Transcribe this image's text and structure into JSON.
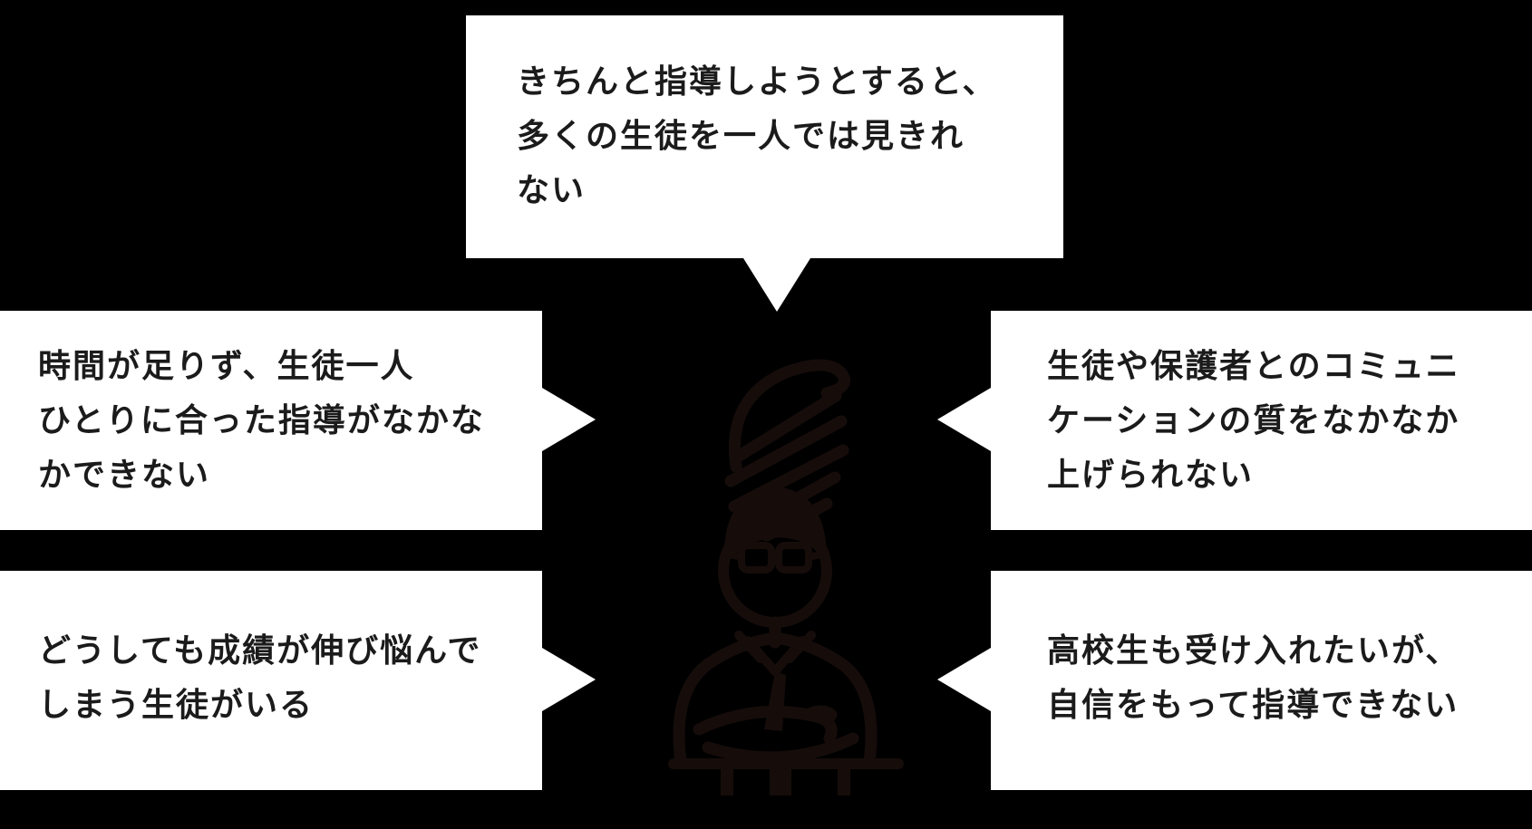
{
  "canvas": {
    "background_color": "#000000",
    "bubble_color": "#ffffff",
    "text_color": "#1b1b1b",
    "figure_color": "#160d0b"
  },
  "figure": {
    "icon": "worried-teacher-with-scribble-at-desk-icon"
  },
  "bubbles": {
    "top": {
      "lines": [
        "きちんと指導しようとすると、",
        "多くの生徒を一人では見きれ",
        "ない"
      ]
    },
    "left_top": {
      "lines": [
        "時間が足りず、生徒一人",
        "ひとりに合った指導がなかな",
        "かできない"
      ]
    },
    "right_top": {
      "lines": [
        "生徒や保護者とのコミュニ",
        "ケーションの質をなかなか",
        "上げられない"
      ]
    },
    "left_bottom": {
      "lines": [
        "どうしても成績が伸び悩んで",
        "しまう生徒がいる"
      ]
    },
    "right_bottom": {
      "lines": [
        "高校生も受け入れたいが、",
        "自信をもって指導できない"
      ]
    }
  }
}
